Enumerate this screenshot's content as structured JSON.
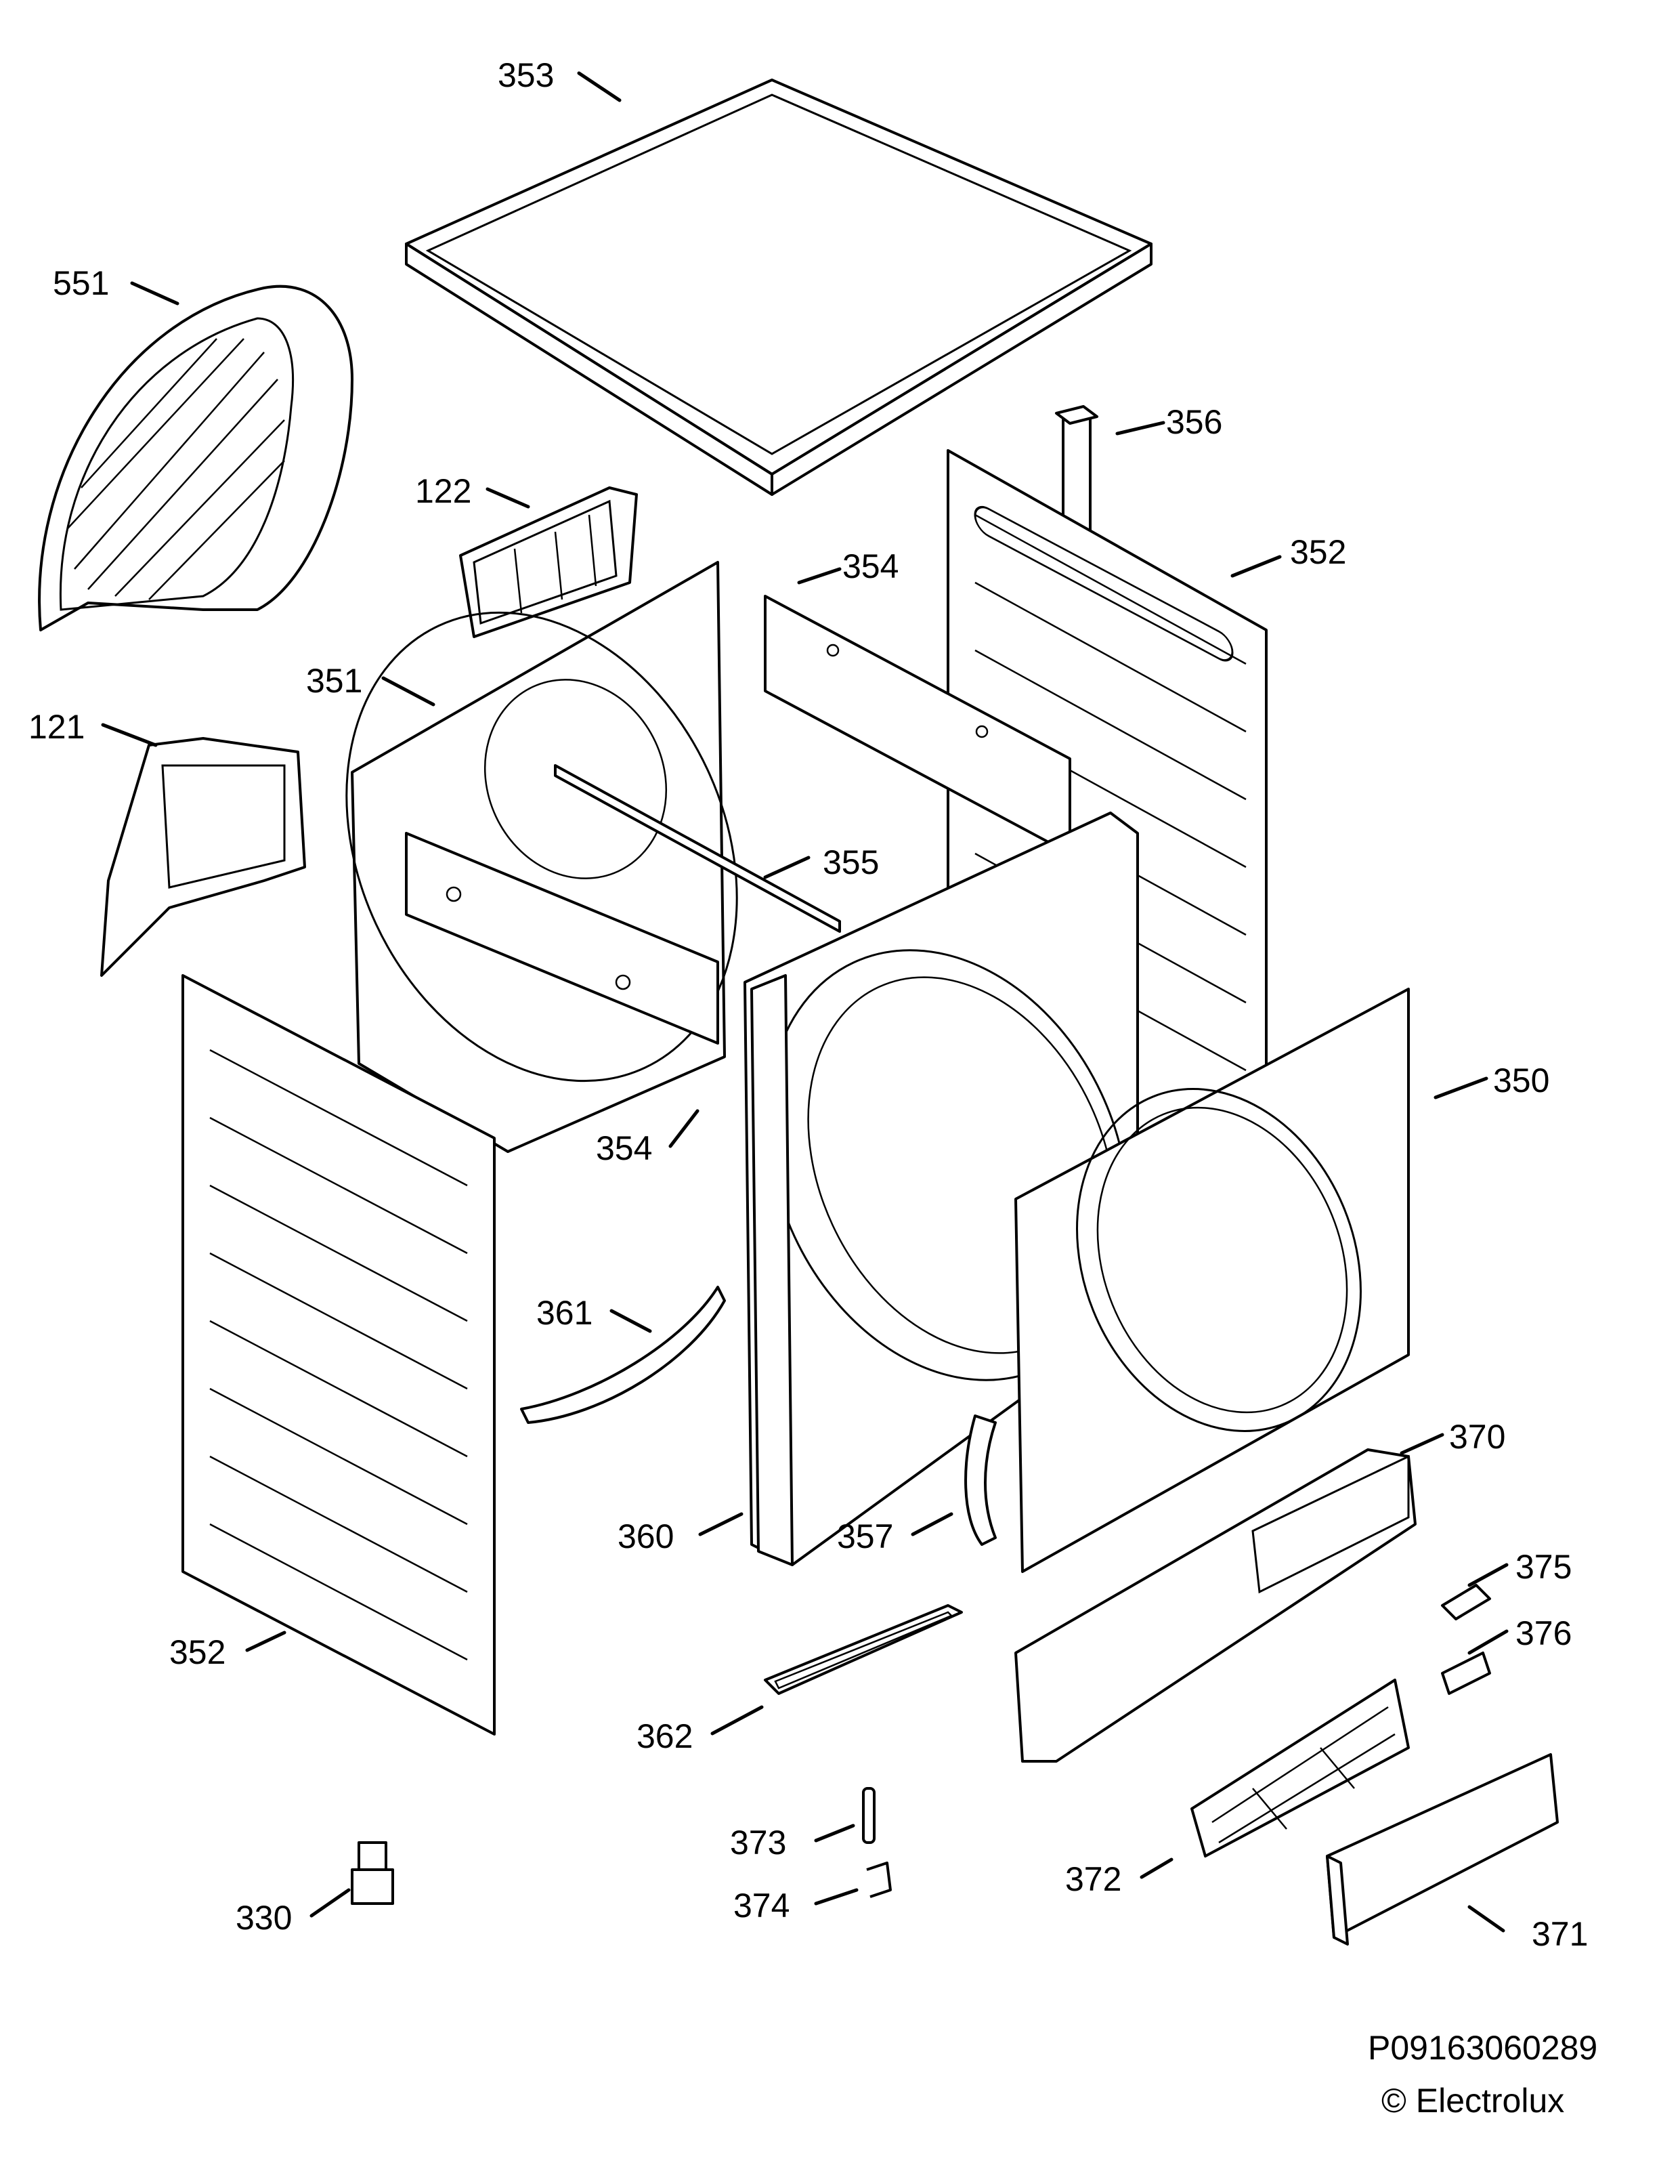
{
  "diagram": {
    "labels": [
      {
        "id": "353",
        "text": "353"
      },
      {
        "id": "551",
        "text": "551"
      },
      {
        "id": "356",
        "text": "356"
      },
      {
        "id": "122",
        "text": "122"
      },
      {
        "id": "354a",
        "text": "354"
      },
      {
        "id": "352a",
        "text": "352"
      },
      {
        "id": "351",
        "text": "351"
      },
      {
        "id": "121",
        "text": "121"
      },
      {
        "id": "355",
        "text": "355"
      },
      {
        "id": "354b",
        "text": "354"
      },
      {
        "id": "350",
        "text": "350"
      },
      {
        "id": "361",
        "text": "361"
      },
      {
        "id": "370",
        "text": "370"
      },
      {
        "id": "360",
        "text": "360"
      },
      {
        "id": "357",
        "text": "357"
      },
      {
        "id": "375",
        "text": "375"
      },
      {
        "id": "376",
        "text": "376"
      },
      {
        "id": "352b",
        "text": "352"
      },
      {
        "id": "362",
        "text": "362"
      },
      {
        "id": "373",
        "text": "373"
      },
      {
        "id": "372",
        "text": "372"
      },
      {
        "id": "374",
        "text": "374"
      },
      {
        "id": "330",
        "text": "330"
      },
      {
        "id": "371",
        "text": "371"
      }
    ],
    "code": "P09163060289",
    "copyright": "© Electrolux"
  }
}
